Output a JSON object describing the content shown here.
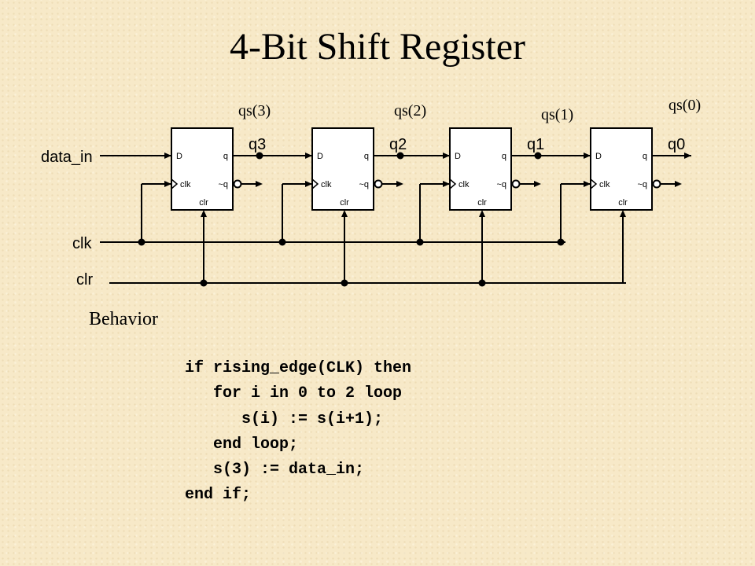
{
  "title": "4-Bit Shift Register",
  "diagram": {
    "inputs": [
      "data_in",
      "clk",
      "clr"
    ],
    "flip_flops": [
      {
        "state_label": "qs(3)",
        "output": "q3"
      },
      {
        "state_label": "qs(2)",
        "output": "q2"
      },
      {
        "state_label": "qs(1)",
        "output": "q1"
      },
      {
        "state_label": "qs(0)",
        "output": "q0"
      }
    ],
    "ff_pins": {
      "d": "D",
      "q": "q",
      "clk": "clk",
      "nq": "~q",
      "clr": "clr"
    }
  },
  "behavior_label": "Behavior",
  "code": [
    "if rising_edge(CLK) then",
    "   for i in 0 to 2 loop",
    "      s(i) := s(i+1);",
    "   end loop;",
    "   s(3) := data_in;",
    "end if;"
  ]
}
